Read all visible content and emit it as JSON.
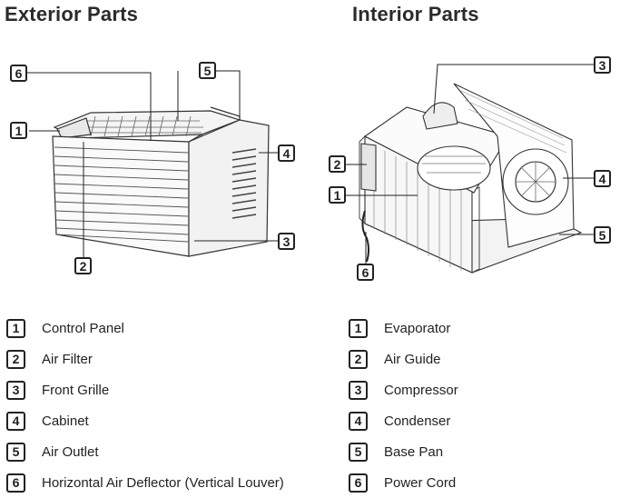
{
  "exterior": {
    "title": "Exterior Parts",
    "callouts": [
      "6",
      "5",
      "1",
      "4",
      "3",
      "2"
    ],
    "legend": [
      {
        "num": "1",
        "label": "Control Panel"
      },
      {
        "num": "2",
        "label": "Air Filter"
      },
      {
        "num": "3",
        "label": "Front Grille"
      },
      {
        "num": "4",
        "label": "Cabinet"
      },
      {
        "num": "5",
        "label": "Air Outlet"
      },
      {
        "num": "6",
        "label": "Horizontal Air Deflector (Vertical Louver)"
      }
    ]
  },
  "interior": {
    "title": "Interior Parts",
    "callouts": [
      "3",
      "2",
      "1",
      "4",
      "5",
      "6"
    ],
    "legend": [
      {
        "num": "1",
        "label": "Evaporator"
      },
      {
        "num": "2",
        "label": "Air Guide"
      },
      {
        "num": "3",
        "label": "Compressor"
      },
      {
        "num": "4",
        "label": "Condenser"
      },
      {
        "num": "5",
        "label": "Base Pan"
      },
      {
        "num": "6",
        "label": "Power Cord"
      }
    ]
  }
}
